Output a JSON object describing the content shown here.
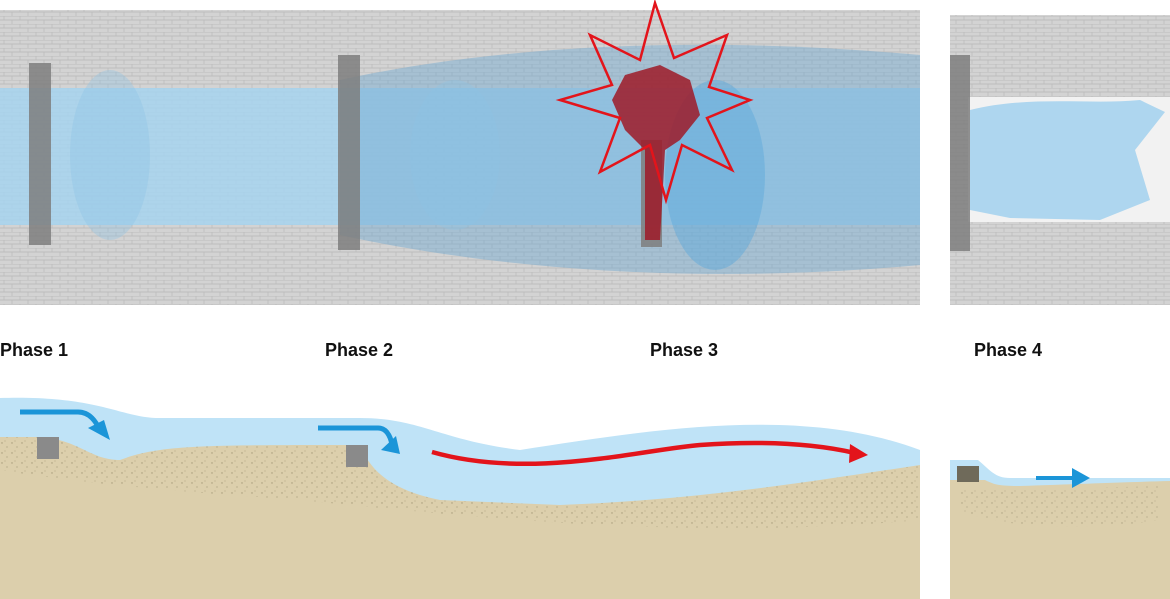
{
  "phases": [
    {
      "label": "Phase 1"
    },
    {
      "label": "Phase 2"
    },
    {
      "label": "Phase 3"
    },
    {
      "label": "Phase 4"
    }
  ],
  "colors": {
    "brick": "#cfcfcf",
    "water": "#a9d8f2",
    "flow_arrow": "#1b95d8",
    "damage_arrow": "#e3141b",
    "damage": "#9d1a28",
    "sand": "#dccfac"
  }
}
